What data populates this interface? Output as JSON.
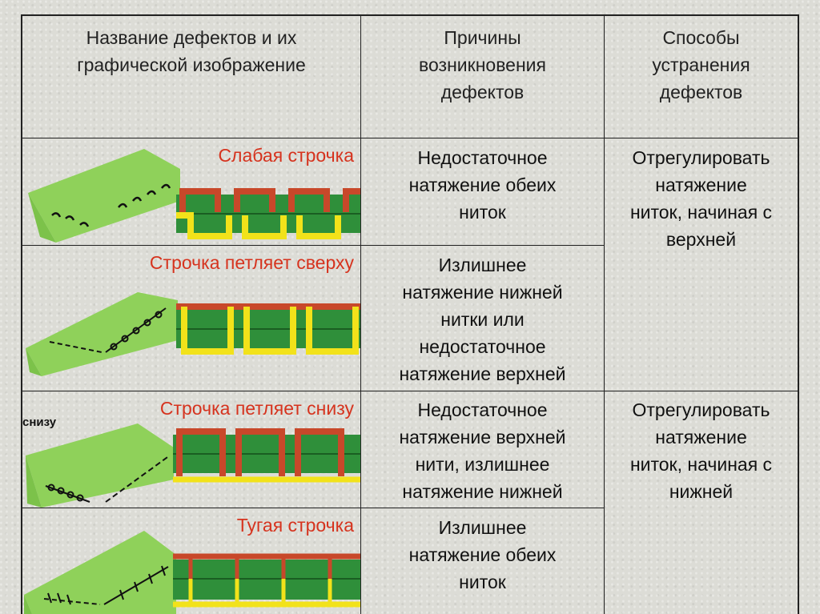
{
  "headers": {
    "col1": [
      "Название дефектов и их",
      "графической изображение"
    ],
    "col2": [
      "Причины",
      "возникновения",
      "дефектов"
    ],
    "col3": [
      "Способы",
      "устранения",
      "дефектов"
    ]
  },
  "rows": [
    {
      "name": "Слабая строчка",
      "cause": [
        "Недостаточное",
        "натяжение обеих",
        "ниток"
      ]
    },
    {
      "name": "Строчка петляет сверху",
      "cause": [
        "Излишнее",
        "натяжение нижней",
        "нитки или",
        "недостаточное",
        "натяжение верхней"
      ]
    },
    {
      "name": "Строчка петляет снизу",
      "cause": [
        "Недостаточное",
        "натяжение верхней",
        "нити, излишнее",
        "натяжение нижней"
      ]
    },
    {
      "name": "Тугая строчка",
      "cause": [
        "Излишнее",
        "натяжение обеих",
        "ниток"
      ]
    }
  ],
  "remedies": [
    [
      "Отрегулировать",
      "натяжение",
      "ниток, начиная с",
      "верхней"
    ],
    [
      "Отрегулировать",
      "натяжение",
      "ниток, начиная с",
      "нижней"
    ]
  ],
  "snizu_label": "снизу",
  "colors": {
    "fabric": "#8fd15a",
    "stitch_green": "#2f8f3a",
    "thread_red": "#c8482a",
    "thread_yellow": "#f2e21a"
  }
}
